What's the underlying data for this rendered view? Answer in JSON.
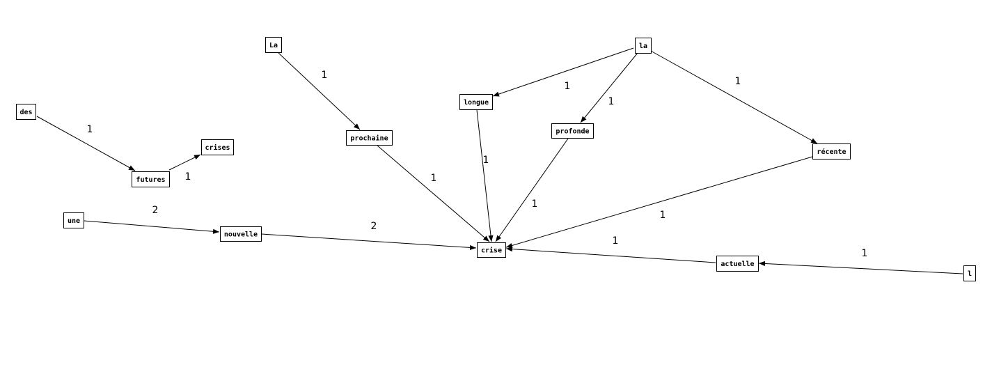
{
  "nodes": [
    {
      "id": "des",
      "label": "des"
    },
    {
      "id": "futures",
      "label": "futures"
    },
    {
      "id": "crises",
      "label": "crises"
    },
    {
      "id": "une",
      "label": "une"
    },
    {
      "id": "nouvelle",
      "label": "nouvelle"
    },
    {
      "id": "La",
      "label": "La"
    },
    {
      "id": "prochaine",
      "label": "prochaine"
    },
    {
      "id": "la",
      "label": "la"
    },
    {
      "id": "longue",
      "label": "longue"
    },
    {
      "id": "profonde",
      "label": "profonde"
    },
    {
      "id": "recente",
      "label": "récente"
    },
    {
      "id": "crise",
      "label": "crise"
    },
    {
      "id": "actuelle",
      "label": "actuelle"
    },
    {
      "id": "l",
      "label": "l"
    }
  ],
  "edges": [
    {
      "from": "des",
      "to": "futures",
      "weight": "1"
    },
    {
      "from": "futures",
      "to": "crises",
      "weight": "1"
    },
    {
      "from": "une",
      "to": "nouvelle",
      "weight": "2"
    },
    {
      "from": "nouvelle",
      "to": "crise",
      "weight": "2"
    },
    {
      "from": "La",
      "to": "prochaine",
      "weight": "1"
    },
    {
      "from": "prochaine",
      "to": "crise",
      "weight": "1"
    },
    {
      "from": "la",
      "to": "longue",
      "weight": "1"
    },
    {
      "from": "la",
      "to": "profonde",
      "weight": "1"
    },
    {
      "from": "la",
      "to": "recente",
      "weight": "1"
    },
    {
      "from": "longue",
      "to": "crise",
      "weight": "1"
    },
    {
      "from": "profonde",
      "to": "crise",
      "weight": "1"
    },
    {
      "from": "recente",
      "to": "crise",
      "weight": "1"
    },
    {
      "from": "actuelle",
      "to": "crise",
      "weight": "1"
    },
    {
      "from": "l",
      "to": "actuelle",
      "weight": "1"
    }
  ]
}
